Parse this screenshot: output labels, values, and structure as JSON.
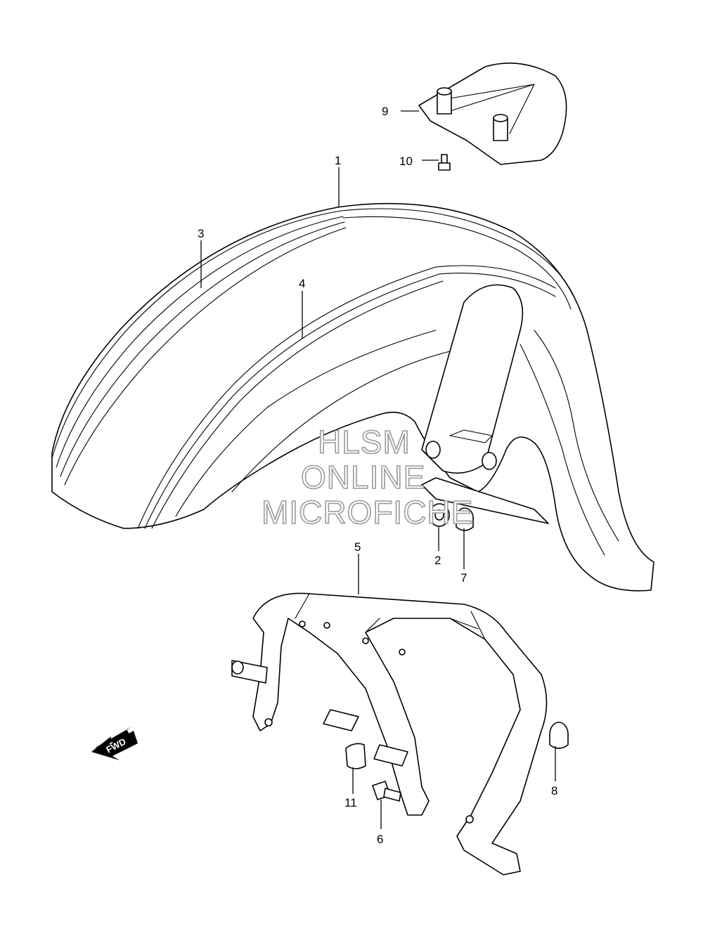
{
  "callouts": {
    "c1": "1",
    "c2": "2",
    "c3": "3",
    "c4": "4",
    "c5": "5",
    "c6": "6",
    "c7": "7",
    "c8": "8",
    "c9": "9",
    "c10": "10",
    "c11": "11"
  },
  "watermark": {
    "line1": "HLSM",
    "line2": "ONLINE",
    "line3": "MICROFICHE"
  },
  "direction_arrow": {
    "label": "FWD",
    "icon": "fwd-arrow-icon"
  }
}
